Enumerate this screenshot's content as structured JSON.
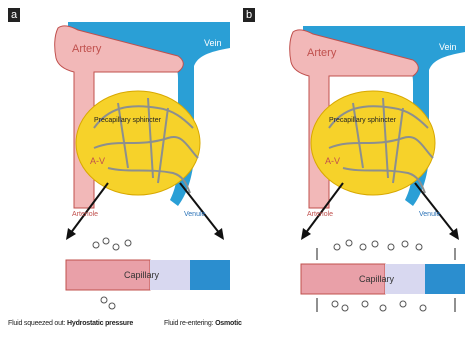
{
  "panels": [
    {
      "letter": "a",
      "labels": {
        "artery": "Artery",
        "vein": "Vein",
        "sphincter": "Precapillary sphincter",
        "av": "A-V",
        "arteriole": "Arteriole",
        "venule": "Venule",
        "capillary": "Capillary"
      }
    },
    {
      "letter": "b",
      "labels": {
        "artery": "Artery",
        "vein": "Vein",
        "sphincter": "Precapillary sphincter",
        "av": "A-V",
        "arteriole": "Arteriole",
        "venule": "Venule",
        "capillary": "Capillary"
      }
    }
  ],
  "captions": {
    "left_prefix": "Fluid squeezed out: ",
    "left_bold": "Hydrostatic pressure",
    "right_prefix": "Fluid re-entering: ",
    "right_bold": "Osmotic attraction"
  },
  "colors": {
    "artery": "#f2b8b8",
    "artery_outline": "#c0504d",
    "vein": "#2a9fd6",
    "tissue": "#f6d22a",
    "capillary_red": "#e9a0a8",
    "capillary_blue": "#2b8ecf"
  }
}
